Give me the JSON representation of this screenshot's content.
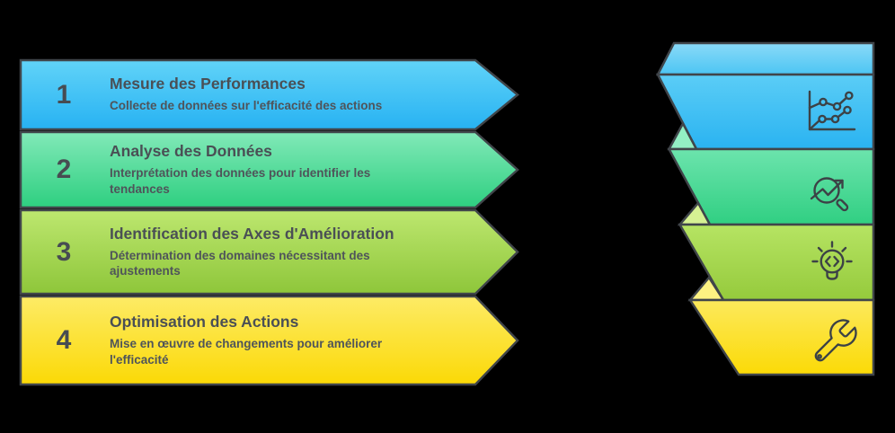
{
  "infographic": {
    "background_color": "#000000",
    "outline_color": "#40454a",
    "text_color": "#4a4f55",
    "steps": [
      {
        "number": "1",
        "title": "Mesure des Performances",
        "subtitle": "Collecte de données sur l'efficacité des actions",
        "color_top": "#61d3f8",
        "color_bottom": "#27b2f2",
        "icon": "line-chart-icon"
      },
      {
        "number": "2",
        "title": "Analyse des Données",
        "subtitle": "Interprétation des données pour identifier les tendances",
        "color_top": "#82e9b8",
        "color_bottom": "#2ecf80",
        "icon": "magnifier-trend-icon"
      },
      {
        "number": "3",
        "title": "Identification des Axes d'Amélioration",
        "subtitle": "Détermination des domaines nécessitant des ajustements",
        "color_top": "#b9e66b",
        "color_bottom": "#8ec63a",
        "icon": "lightbulb-code-icon"
      },
      {
        "number": "4",
        "title": "Optimisation des Actions",
        "subtitle": "Mise en œuvre de changements pour améliorer l'efficacité",
        "color_top": "#fdeb66",
        "color_bottom": "#fbd906",
        "icon": "wrench-icon"
      }
    ]
  }
}
